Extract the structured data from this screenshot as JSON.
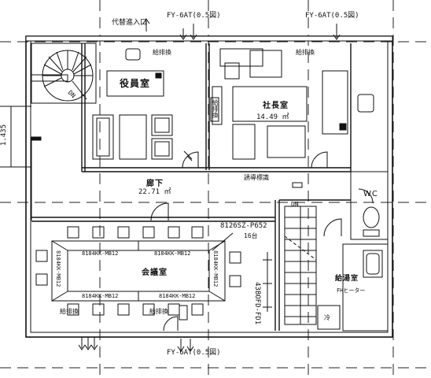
{
  "top_labels": {
    "hydrant_inlet": "代替進入口",
    "fy_left": "FY-6AT(0.5図)",
    "fy_right": "FY-6AT(0.5図)"
  },
  "bottom_labels": {
    "fy_bottom": "FY-6AT(0.5図)"
  },
  "dimension": "1.435",
  "rooms": {
    "officer_room": "役員室",
    "president_room": "社長室",
    "president_area": "14.49 ㎡",
    "corridor": "廊下",
    "corridor_area": "22.71 ㎡",
    "meeting_room": "会議室",
    "wc": "WC",
    "kitchen": "給湯室",
    "heater": "FHヒーター"
  },
  "equipment": {
    "vent_top_left": "給排換",
    "vent_top_right": "給排換",
    "vent_left_vertical": "給排換",
    "vent_bottom_left": "給排換",
    "vent_bottom_right": "給排換",
    "guide_light": "誘導標識",
    "unit_top": "8126SZ-P652",
    "unit_top_count": "16台",
    "unit_side": "43BOFD-FD1",
    "dn_upper": "DN",
    "dn_stair": "DN",
    "cabinet": "冷"
  },
  "desks": {
    "top_left": "8184KK-MB12",
    "top_right": "8184KK-MB12",
    "left_vertical": "8184KK-MB12",
    "right_vertical": "8184KK-MB12",
    "bottom_left": "8184KK-MB12",
    "bottom_right": "8184KK-MB12"
  }
}
